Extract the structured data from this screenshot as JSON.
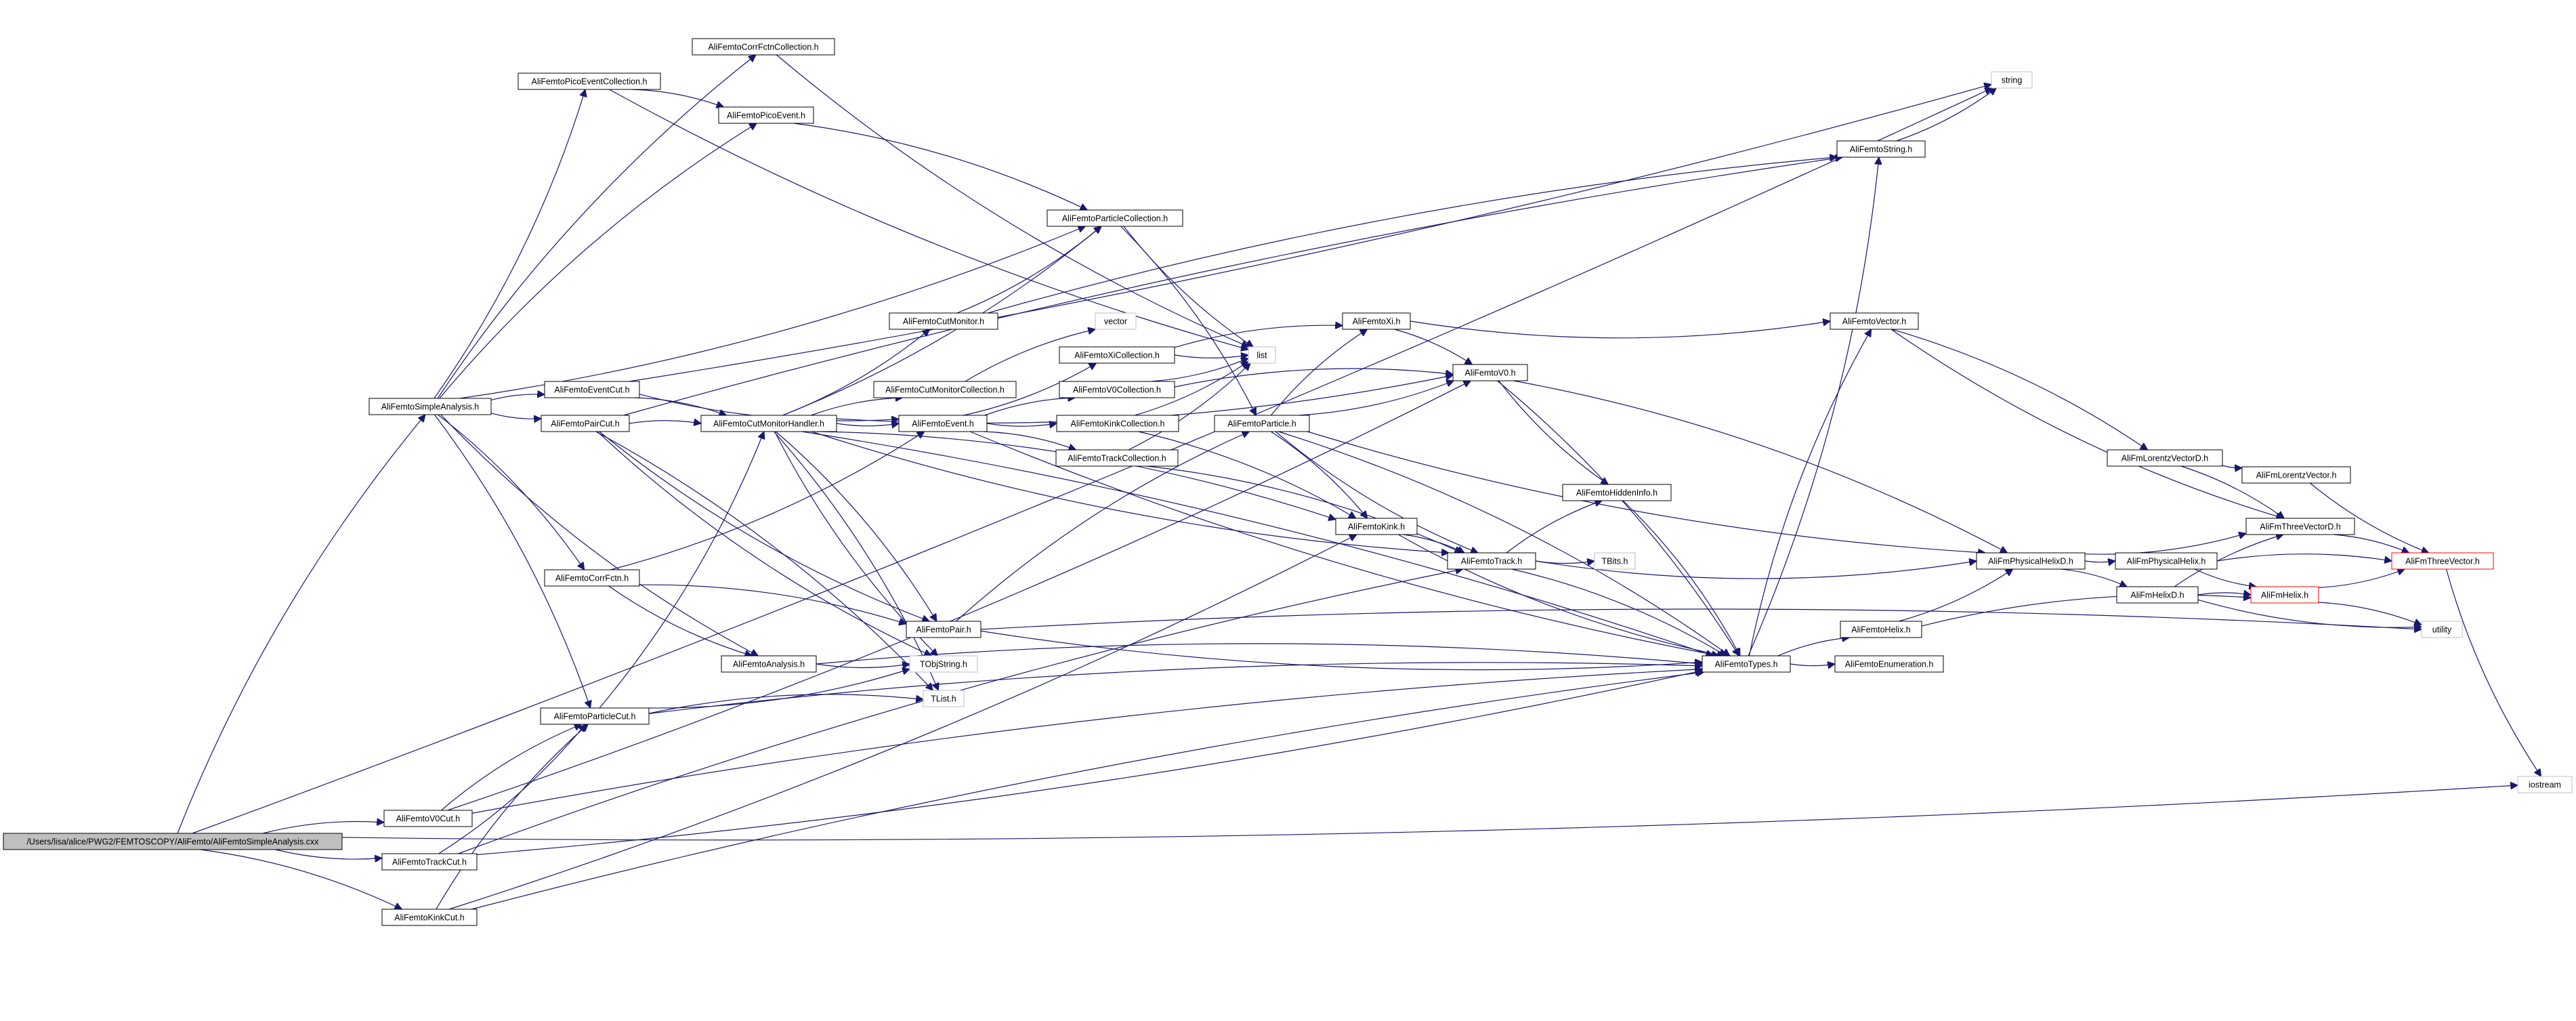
{
  "graph": {
    "edge_color": "#191970",
    "root_fill": "#bfbfbf",
    "truncated_border_color": "#ff0000",
    "undocumented_border_color": "#bfbfbf",
    "nodes": [
      {
        "id": "root",
        "label": "/Users/lisa/alice/PWG2/FEMTOSCOPY/AliFemto/AliFemtoSimpleAnalysis.cxx",
        "kind": "root"
      },
      {
        "id": "simple",
        "label": "AliFemtoSimpleAnalysis.h",
        "kind": "normal"
      },
      {
        "id": "corrcoll",
        "label": "AliFemtoCorrFctnCollection.h",
        "kind": "normal"
      },
      {
        "id": "picocoll",
        "label": "AliFemtoPicoEventCollection.h",
        "kind": "normal"
      },
      {
        "id": "pico",
        "label": "AliFemtoPicoEvent.h",
        "kind": "normal"
      },
      {
        "id": "partcoll",
        "label": "AliFemtoParticleCollection.h",
        "kind": "normal"
      },
      {
        "id": "cutmon",
        "label": "AliFemtoCutMonitor.h",
        "kind": "normal"
      },
      {
        "id": "vector",
        "label": "vector",
        "kind": "nodoc"
      },
      {
        "id": "xicoll",
        "label": "AliFemtoXiCollection.h",
        "kind": "normal"
      },
      {
        "id": "list",
        "label": "list",
        "kind": "nodoc"
      },
      {
        "id": "evcut",
        "label": "AliFemtoEventCut.h",
        "kind": "normal"
      },
      {
        "id": "cutmoncoll",
        "label": "AliFemtoCutMonitorCollection.h",
        "kind": "normal"
      },
      {
        "id": "v0coll",
        "label": "AliFemtoV0Collection.h",
        "kind": "normal"
      },
      {
        "id": "paircut",
        "label": "AliFemtoPairCut.h",
        "kind": "normal"
      },
      {
        "id": "cutmonh",
        "label": "AliFemtoCutMonitorHandler.h",
        "kind": "normal"
      },
      {
        "id": "event",
        "label": "AliFemtoEvent.h",
        "kind": "normal"
      },
      {
        "id": "kinkcoll",
        "label": "AliFemtoKinkCollection.h",
        "kind": "normal"
      },
      {
        "id": "trackcoll",
        "label": "AliFemtoTrackCollection.h",
        "kind": "normal"
      },
      {
        "id": "particle",
        "label": "AliFemtoParticle.h",
        "kind": "normal"
      },
      {
        "id": "xi",
        "label": "AliFemtoXi.h",
        "kind": "normal"
      },
      {
        "id": "v0",
        "label": "AliFemtoV0.h",
        "kind": "normal"
      },
      {
        "id": "string",
        "label": "string",
        "kind": "nodoc"
      },
      {
        "id": "femstring",
        "label": "AliFemtoString.h",
        "kind": "normal"
      },
      {
        "id": "femvector",
        "label": "AliFemtoVector.h",
        "kind": "normal"
      },
      {
        "id": "hidden",
        "label": "AliFemtoHiddenInfo.h",
        "kind": "normal"
      },
      {
        "id": "kink",
        "label": "AliFemtoKink.h",
        "kind": "normal"
      },
      {
        "id": "track",
        "label": "AliFemtoTrack.h",
        "kind": "normal"
      },
      {
        "id": "tbits",
        "label": "TBits.h",
        "kind": "nodoc"
      },
      {
        "id": "corrfctn",
        "label": "AliFemtoCorrFctn.h",
        "kind": "normal"
      },
      {
        "id": "pair",
        "label": "AliFemtoPair.h",
        "kind": "normal"
      },
      {
        "id": "analysis",
        "label": "AliFemtoAnalysis.h",
        "kind": "normal"
      },
      {
        "id": "tobjstring",
        "label": "TObjString.h",
        "kind": "nodoc"
      },
      {
        "id": "tlist",
        "label": "TList.h",
        "kind": "nodoc"
      },
      {
        "id": "partcut",
        "label": "AliFemtoParticleCut.h",
        "kind": "normal"
      },
      {
        "id": "types",
        "label": "AliFemtoTypes.h",
        "kind": "normal"
      },
      {
        "id": "enum",
        "label": "AliFemtoEnumeration.h",
        "kind": "normal"
      },
      {
        "id": "helix",
        "label": "AliFemtoHelix.h",
        "kind": "normal"
      },
      {
        "id": "physhelixd",
        "label": "AliFmPhysicalHelixD.h",
        "kind": "normal"
      },
      {
        "id": "physhelix",
        "label": "AliFmPhysicalHelix.h",
        "kind": "normal"
      },
      {
        "id": "helixd",
        "label": "AliFmHelixD.h",
        "kind": "normal"
      },
      {
        "id": "fmhelix",
        "label": "AliFmHelix.h",
        "kind": "truncated"
      },
      {
        "id": "utility",
        "label": "utility",
        "kind": "nodoc"
      },
      {
        "id": "lorentzd",
        "label": "AliFmLorentzVectorD.h",
        "kind": "normal"
      },
      {
        "id": "lorentz",
        "label": "AliFmLorentzVector.h",
        "kind": "normal"
      },
      {
        "id": "threed",
        "label": "AliFmThreeVectorD.h",
        "kind": "normal"
      },
      {
        "id": "three",
        "label": "AliFmThreeVector.h",
        "kind": "truncated"
      },
      {
        "id": "iostream",
        "label": "iostream",
        "kind": "nodoc"
      },
      {
        "id": "v0cut",
        "label": "AliFemtoV0Cut.h",
        "kind": "normal"
      },
      {
        "id": "trackcut",
        "label": "AliFemtoTrackCut.h",
        "kind": "normal"
      },
      {
        "id": "kinkcut",
        "label": "AliFemtoKinkCut.h",
        "kind": "normal"
      }
    ],
    "edges": [
      [
        "root",
        "simple"
      ],
      [
        "root",
        "string"
      ],
      [
        "root",
        "v0cut"
      ],
      [
        "root",
        "trackcut"
      ],
      [
        "root",
        "kinkcut"
      ],
      [
        "root",
        "iostream"
      ],
      [
        "simple",
        "corrcoll"
      ],
      [
        "simple",
        "picocoll"
      ],
      [
        "simple",
        "pico"
      ],
      [
        "simple",
        "partcoll"
      ],
      [
        "simple",
        "evcut"
      ],
      [
        "simple",
        "paircut"
      ],
      [
        "simple",
        "corrfctn"
      ],
      [
        "simple",
        "analysis"
      ],
      [
        "simple",
        "partcut"
      ],
      [
        "corrcoll",
        "list"
      ],
      [
        "picocoll",
        "pico"
      ],
      [
        "picocoll",
        "list"
      ],
      [
        "pico",
        "partcoll"
      ],
      [
        "partcoll",
        "list"
      ],
      [
        "partcoll",
        "particle"
      ],
      [
        "evcut",
        "event"
      ],
      [
        "evcut",
        "cutmonh"
      ],
      [
        "evcut",
        "string"
      ],
      [
        "paircut",
        "cutmonh"
      ],
      [
        "paircut",
        "pair"
      ],
      [
        "paircut",
        "femstring"
      ],
      [
        "paircut",
        "tobjstring"
      ],
      [
        "paircut",
        "tlist"
      ],
      [
        "cutmonh",
        "cutmon"
      ],
      [
        "cutmonh",
        "cutmoncoll"
      ],
      [
        "cutmonh",
        "event"
      ],
      [
        "cutmonh",
        "pair"
      ],
      [
        "cutmonh",
        "v0"
      ],
      [
        "cutmonh",
        "kink"
      ],
      [
        "cutmonh",
        "track"
      ],
      [
        "cutmonh",
        "types"
      ],
      [
        "cutmonh",
        "tobjstring"
      ],
      [
        "cutmonh",
        "tlist"
      ],
      [
        "cutmonh",
        "partcoll"
      ],
      [
        "cutmon",
        "femstring"
      ],
      [
        "cutmon",
        "partcoll"
      ],
      [
        "cutmoncoll",
        "vector"
      ],
      [
        "event",
        "xicoll"
      ],
      [
        "event",
        "v0coll"
      ],
      [
        "event",
        "kinkcoll"
      ],
      [
        "event",
        "trackcoll"
      ],
      [
        "event",
        "types"
      ],
      [
        "xicoll",
        "xi"
      ],
      [
        "xicoll",
        "list"
      ],
      [
        "v0coll",
        "v0"
      ],
      [
        "v0coll",
        "list"
      ],
      [
        "kinkcoll",
        "kink"
      ],
      [
        "kinkcoll",
        "list"
      ],
      [
        "trackcoll",
        "track"
      ],
      [
        "trackcoll",
        "list"
      ],
      [
        "particle",
        "xi"
      ],
      [
        "particle",
        "v0"
      ],
      [
        "particle",
        "kink"
      ],
      [
        "particle",
        "track"
      ],
      [
        "particle",
        "types"
      ],
      [
        "particle",
        "physhelixd"
      ],
      [
        "xi",
        "v0"
      ],
      [
        "xi",
        "femvector"
      ],
      [
        "v0",
        "types"
      ],
      [
        "v0",
        "hidden"
      ],
      [
        "v0",
        "physhelixd"
      ],
      [
        "femstring",
        "string"
      ],
      [
        "femvector",
        "lorentzd"
      ],
      [
        "femvector",
        "threed"
      ],
      [
        "kink",
        "track"
      ],
      [
        "kink",
        "types"
      ],
      [
        "track",
        "types"
      ],
      [
        "track",
        "tbits"
      ],
      [
        "track",
        "hidden"
      ],
      [
        "track",
        "physhelixd"
      ],
      [
        "hidden",
        "types"
      ],
      [
        "corrfctn",
        "event"
      ],
      [
        "corrfctn",
        "pair"
      ],
      [
        "corrfctn",
        "analysis"
      ],
      [
        "pair",
        "particle"
      ],
      [
        "pair",
        "types"
      ],
      [
        "pair",
        "utility"
      ],
      [
        "analysis",
        "tobjstring"
      ],
      [
        "analysis",
        "types"
      ],
      [
        "partcut",
        "cutmonh"
      ],
      [
        "partcut",
        "tlist"
      ],
      [
        "partcut",
        "tobjstring"
      ],
      [
        "partcut",
        "types"
      ],
      [
        "types",
        "femstring"
      ],
      [
        "types",
        "femvector"
      ],
      [
        "types",
        "enum"
      ],
      [
        "types",
        "helix"
      ],
      [
        "helix",
        "physhelixd"
      ],
      [
        "helix",
        "fmhelix"
      ],
      [
        "physhelixd",
        "physhelix"
      ],
      [
        "physhelixd",
        "helixd"
      ],
      [
        "physhelixd",
        "threed"
      ],
      [
        "physhelix",
        "three"
      ],
      [
        "physhelix",
        "fmhelix"
      ],
      [
        "helixd",
        "fmhelix"
      ],
      [
        "helixd",
        "utility"
      ],
      [
        "helixd",
        "threed"
      ],
      [
        "fmhelix",
        "three"
      ],
      [
        "fmhelix",
        "utility"
      ],
      [
        "lorentzd",
        "lorentz"
      ],
      [
        "lorentzd",
        "threed"
      ],
      [
        "lorentz",
        "three"
      ],
      [
        "threed",
        "three"
      ],
      [
        "three",
        "iostream"
      ],
      [
        "v0cut",
        "partcut"
      ],
      [
        "v0cut",
        "v0"
      ],
      [
        "v0cut",
        "types"
      ],
      [
        "trackcut",
        "partcut"
      ],
      [
        "trackcut",
        "track"
      ],
      [
        "trackcut",
        "types"
      ],
      [
        "kinkcut",
        "partcut"
      ],
      [
        "kinkcut",
        "kink"
      ],
      [
        "kinkcut",
        "types"
      ]
    ]
  }
}
